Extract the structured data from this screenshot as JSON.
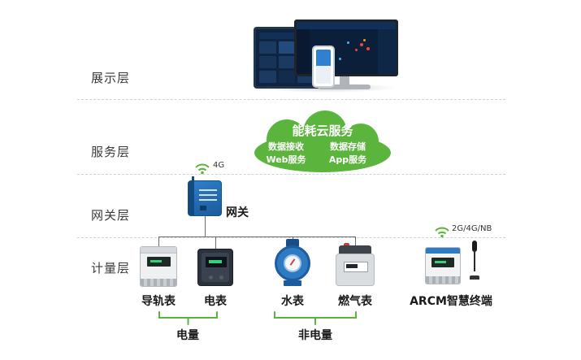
{
  "layers": {
    "display": {
      "label": "展示层"
    },
    "service": {
      "label": "服务层"
    },
    "gateway": {
      "label": "网关层"
    },
    "metering": {
      "label": "计量层"
    }
  },
  "cloud": {
    "title": "能耗云服务",
    "services": [
      {
        "label": "数据接收"
      },
      {
        "label": "数据存储"
      },
      {
        "label": "Web服务"
      },
      {
        "label": "App服务"
      }
    ]
  },
  "gateway": {
    "label": "网关",
    "wireless": "4G"
  },
  "meters": [
    {
      "label": "导轨表",
      "icon": "din-rail-meter-icon"
    },
    {
      "label": "电表",
      "icon": "power-meter-icon"
    },
    {
      "label": "水表",
      "icon": "water-meter-icon"
    },
    {
      "label": "燃气表",
      "icon": "gas-meter-icon"
    }
  ],
  "arcm": {
    "label": "ARCM智慧终端",
    "wireless": "2G/4G/NB",
    "icon": "arcm-terminal-icon"
  },
  "groups": [
    {
      "label": "电量"
    },
    {
      "label": "非电量"
    }
  ],
  "colors": {
    "accent_green": "#5bb43b",
    "device_blue": "#2e7bc4"
  }
}
